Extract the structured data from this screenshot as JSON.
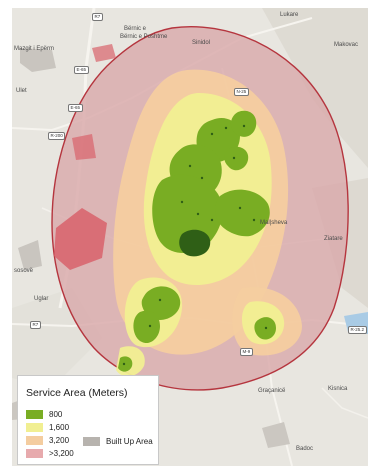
{
  "map": {
    "place_labels": {
      "bernic_e_poshtme": "Bërnic e Poshtme",
      "bernic_e": "Bërnic e",
      "lukare": "Lukare",
      "makovac": "Makovac",
      "mazgit_eperm": "Mazgit i Epërm",
      "sinidol": "Sinidol",
      "ulet": "Ulet",
      "malisheva": "Mal|sheva",
      "ziatare": "Ziatare",
      "sosove": "sosovë",
      "uglar": "Uglar",
      "kisnica": "Kisnica",
      "gracanice": "Graçanicë",
      "badoc": "Badoc"
    },
    "road_shields": {
      "r7_top": "R7",
      "r7_left": "R7",
      "e65_a": "E-65",
      "e65_b": "E-65",
      "r200": "R-200",
      "n25": "N-25",
      "r25_2": "R-25.2",
      "m9": "M-9"
    }
  },
  "legend": {
    "title": "Service Area (Meters)",
    "items": [
      {
        "label": "800",
        "color": "#79ad23"
      },
      {
        "label": "1,600",
        "color": "#f1ef92"
      },
      {
        "label": "3,200",
        "color": "#f4cda0"
      },
      {
        "label": ">3,200",
        "color": "#e7aaad"
      }
    ],
    "built_up_label": "Built Up Area",
    "built_up_color": "#b7b3ae"
  }
}
